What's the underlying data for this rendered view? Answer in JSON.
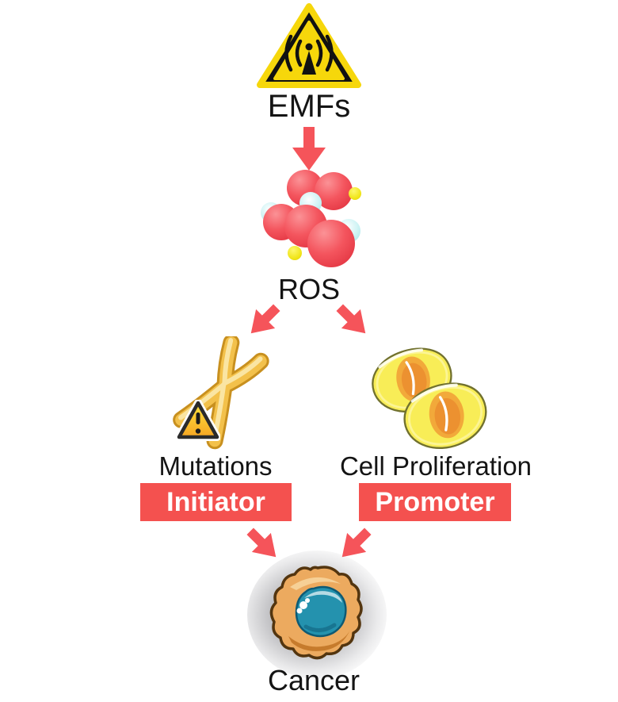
{
  "diagram": {
    "type": "flow-diagram",
    "labels": {
      "emfs": "EMFs",
      "ros": "ROS",
      "mutations": "Mutations",
      "initiator": "Initiator",
      "cell_proliferation": "Cell Proliferation",
      "promoter": "Promoter",
      "cancer": "Cancer"
    },
    "icons": [
      "non-ionizing-radiation-warning-icon",
      "ros-molecules-icon",
      "chromosome-icon",
      "mutation-warning-icon",
      "dividing-cells-icon",
      "cancer-cell-icon",
      "arrow-down-icon"
    ],
    "flow": [
      {
        "from": "EMFs",
        "to": "ROS"
      },
      {
        "from": "ROS",
        "to": "Mutations"
      },
      {
        "from": "ROS",
        "to": "Cell Proliferation"
      },
      {
        "from": "Mutations",
        "to": "Cancer"
      },
      {
        "from": "Cell Proliferation",
        "to": "Cancer"
      }
    ],
    "colors": {
      "arrow": "#f5545a",
      "badge": "#f4514f",
      "badge_text": "#ffffff",
      "warning_yellow": "#f6d70b",
      "label_text": "#141414",
      "background": "#ffffff"
    }
  }
}
